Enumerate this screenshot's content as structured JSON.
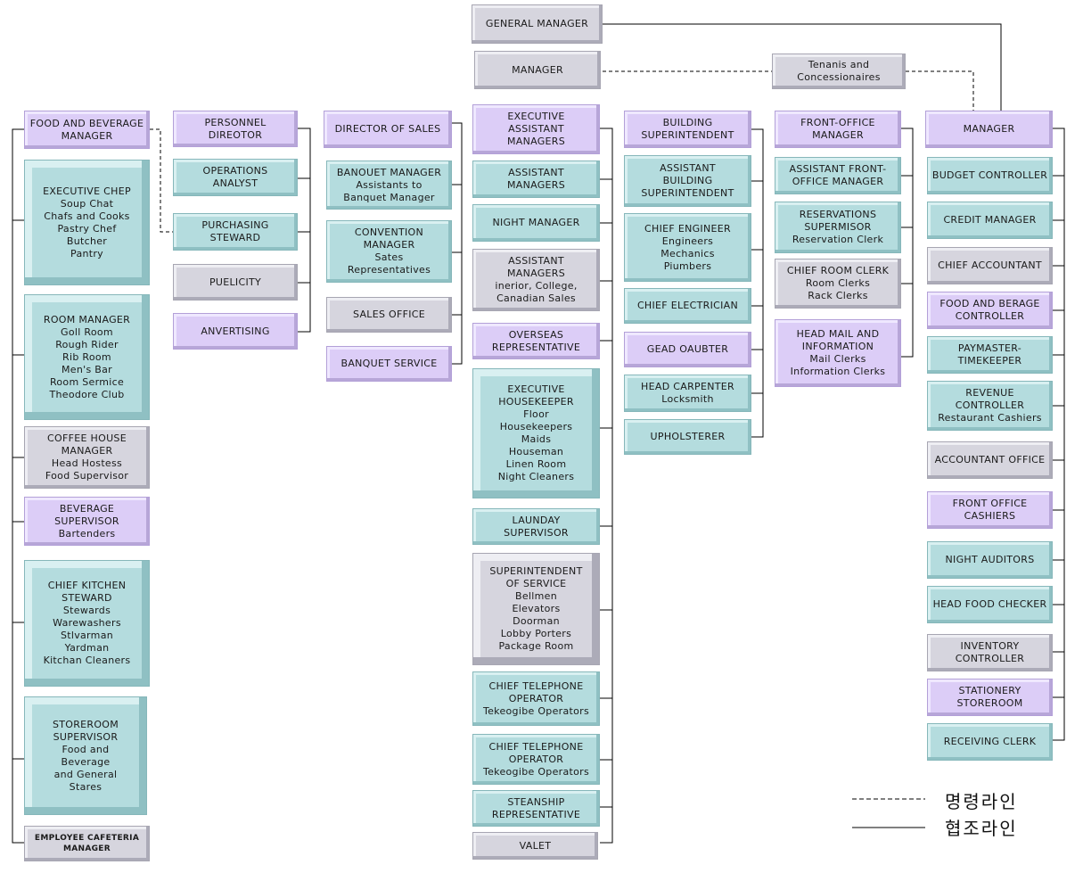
{
  "legend": {
    "dashed_label": "명령라인",
    "solid_label": "협조라인"
  },
  "nodes": {
    "general_manager": "GENERAL MANAGER",
    "manager_top": "MANAGER",
    "tenants": "Tenanis and\nConcessionaires",
    "col1": [
      "FOOD AND BEVERAGE\nMANAGER",
      "EXECUTIVE CHEP\nSoup Chat\nChafs and Cooks\nPastry Chef\nButcher\nPantry",
      "ROOM MANAGER\nGoll Room\nRough Rider\nRib Room\nMen's Bar\nRoom Sermice\nTheodore Club",
      "COFFEE HOUSE\nMANAGER\nHead Hostess\nFood Supervisor",
      "BEVERAGE\nSUPERVISOR\nBartenders",
      "CHIEF KITCHEN\nSTEWARD\nStewards\nWarewashers\nStlvarman\nYardman\nKitchan Cleaners",
      "STOREROOM\nSUPERVISOR\nFood and\nBeverage\nand General\nStares",
      "EMPLOYEE CAFETERIA\nMANAGER"
    ],
    "col2": [
      "PERSONNEL\nDIREOTOR",
      "OPERATIONS\nANALYST",
      "PURCHASING\nSTEWARD",
      "PUELICITY",
      "ANVERTISING"
    ],
    "col3": [
      "DIRECTOR OF SALES",
      "BANOUET MANAGER\nAssistants to\nBanquet Manager",
      "CONVENTION\nMANAGER\nSates\nRepresentatives",
      "SALES OFFICE",
      "BANQUET SERVICE"
    ],
    "col4": [
      "EXECUTIVE\nASSISTANT\nMANAGERS",
      "ASSISTANT\nMANAGERS",
      "NIGHT MANAGER",
      "ASSISTANT\nMANAGERS\ninerior, College,\nCanadian Sales",
      "OVERSEAS\nREPRESENTATIVE",
      "EXECUTIVE\nHOUSEKEEPER\nFloor\nHousekeepers\nMaids\nHouseman\nLinen Room\nNight Cleaners",
      "LAUNDAY\nSUPERVISOR",
      "SUPERINTENDENT\nOF SERVICE\nBellmen\nElevators\nDoorman\nLobby Porters\nPackage Room",
      "CHIEF TELEPHONE\nOPERATOR\nTekeogibe Operators",
      "CHIEF TELEPHONE\nOPERATOR\nTekeogibe Operators",
      "STEANSHIP\nREPRESENTATIVE",
      "VALET"
    ],
    "col5": [
      "BUILDING\nSUPERINTENDENT",
      "ASSISTANT\nBUILDING\nSUPERINTENDENT",
      "CHIEF ENGINEER\nEngineers\nMechanics\nPiumbers",
      "CHIEF ELECTRICIAN",
      "GEAD OAUBTER",
      "HEAD CARPENTER\nLocksmith",
      "UPHOLSTERER"
    ],
    "col6": [
      "FRONT-OFFICE\nMANAGER",
      "ASSISTANT FRONT-\nOFFICE MANAGER",
      "RESERVATIONS\nSUPERMISOR\nReservation Clerk",
      "CHIEF ROOM CLERK\nRoom Clerks\nRack Clerks",
      "HEAD MAIL AND\nINFORMATION\nMail Clerks\nInformation Clerks"
    ],
    "col7": [
      "MANAGER",
      "BUDGET CONTROLLER",
      "CREDIT MANAGER",
      "CHIEF ACCOUNTANT",
      "FOOD AND BERAGE\nCONTROLLER",
      "PAYMASTER-\nTIMEKEEPER",
      "REVENUE\nCONTROLLER\nRestaurant Cashiers",
      "ACCOUNTANT OFFICE",
      "FRONT OFFICE\nCASHIERS",
      "NIGHT AUDITORS",
      "HEAD FOOD CHECKER",
      "INVENTORY\nCONTROLLER",
      "STATIONERY\nSTOREROOM",
      "RECEIVING CLERK"
    ]
  },
  "colors": {
    "purple": "#dccdf7",
    "teal": "#b4dcde",
    "gray": "#d6d5de",
    "line": "#000000"
  }
}
